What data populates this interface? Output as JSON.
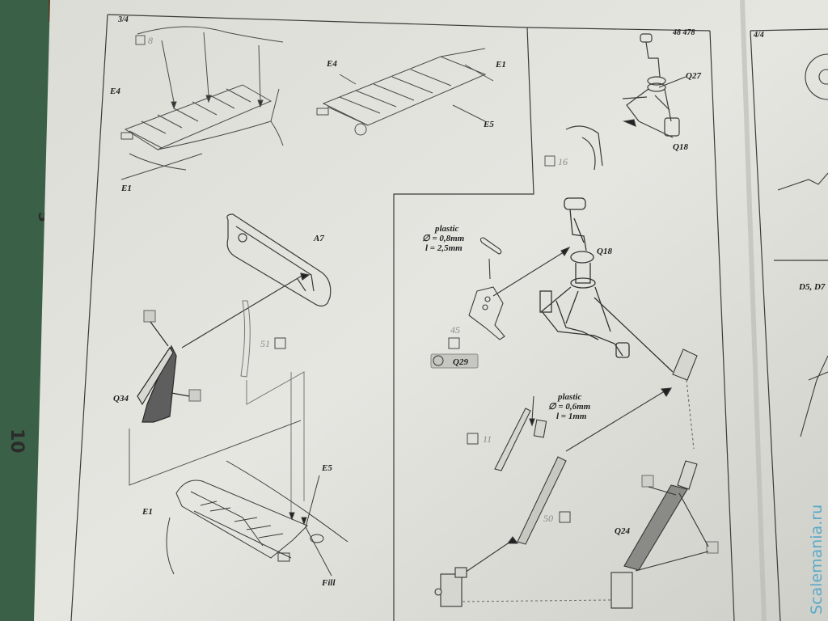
{
  "page_headers": {
    "left": "3/4",
    "center": "48 478",
    "right": "4/4"
  },
  "cutting_mat": {
    "ruler_marks": [
      "5",
      "10"
    ]
  },
  "watermark": "Scalemania.ru",
  "steps": [
    {
      "id": "step-8",
      "number": "8"
    },
    {
      "id": "step-16",
      "number": "16"
    },
    {
      "id": "step-45",
      "number": "45"
    },
    {
      "id": "step-51",
      "number": "51"
    },
    {
      "id": "step-11",
      "number": "11"
    },
    {
      "id": "step-50",
      "number": "50"
    }
  ],
  "part_labels": {
    "e4_a": "E4",
    "e1_a": "E1",
    "e4_b": "E4",
    "e1_b": "E1",
    "e5_b": "E5",
    "q27": "Q27",
    "q18_a": "Q18",
    "a7": "A7",
    "q34": "Q34",
    "q18_b": "Q18",
    "q29": "Q29",
    "e1_c": "E1",
    "e5_c": "E5",
    "fill": "Fill",
    "q24": "Q24",
    "d5": "D5, D7"
  },
  "plastic_notes": [
    {
      "title": "plastic",
      "line1": "∅ = 0,8mm",
      "line2": "l = 2,5mm"
    },
    {
      "title": "plastic",
      "line1": "∅ = 0,6mm",
      "line2": "l = 1mm"
    }
  ]
}
